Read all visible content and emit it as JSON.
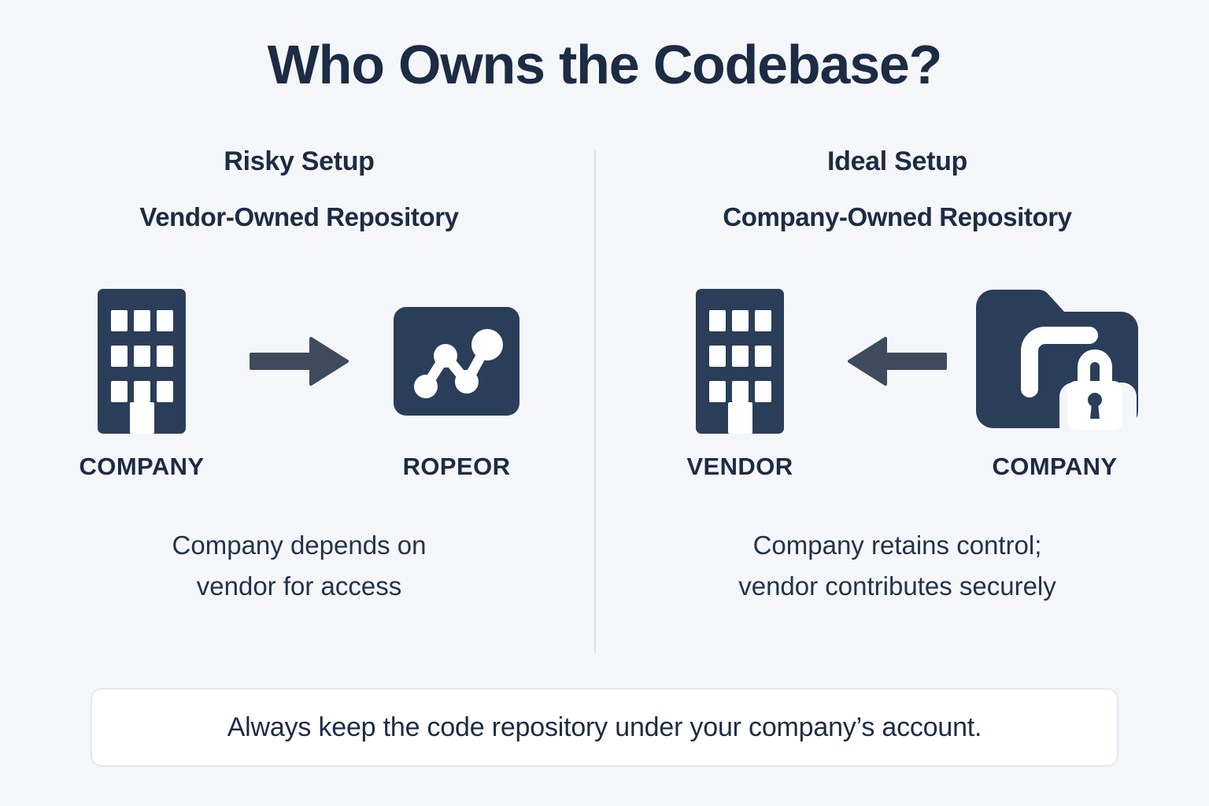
{
  "page": {
    "title": "Who Owns the Codebase?",
    "background_color": "#f4f6f9",
    "primary_color": "#2b3e59",
    "text_color": "#1d2b44",
    "arrow_color": "#3d4b5c",
    "divider_color": "#dde3ea"
  },
  "columns": [
    {
      "heading": "Risky Setup",
      "subheading": "Vendor-Owned Repository",
      "nodes": [
        {
          "label": "COMPANY",
          "icon": "office-building-icon"
        },
        {
          "label": "ROPEOR",
          "icon": "repository-graph-icon"
        }
      ],
      "arrow": {
        "direction": "right",
        "icon": "arrow-right-icon"
      },
      "description": "Company depends on\nvendor for access",
      "description_line1": "Company depends on",
      "description_line2": "vendor for access"
    },
    {
      "heading": "Ideal Setup",
      "subheading": "Company-Owned Repository",
      "nodes": [
        {
          "label": "VENDOR",
          "icon": "office-building-icon"
        },
        {
          "label": "COMPANY",
          "icon": "locked-folder-icon"
        }
      ],
      "arrow": {
        "direction": "left",
        "icon": "arrow-left-icon"
      },
      "description": "Company retains control;\nvendor contributes securely",
      "description_line1": "Company retains control;",
      "description_line2": "vendor contributes securely"
    }
  ],
  "banner": {
    "text": "Always keep the code repository under your company’s account."
  }
}
